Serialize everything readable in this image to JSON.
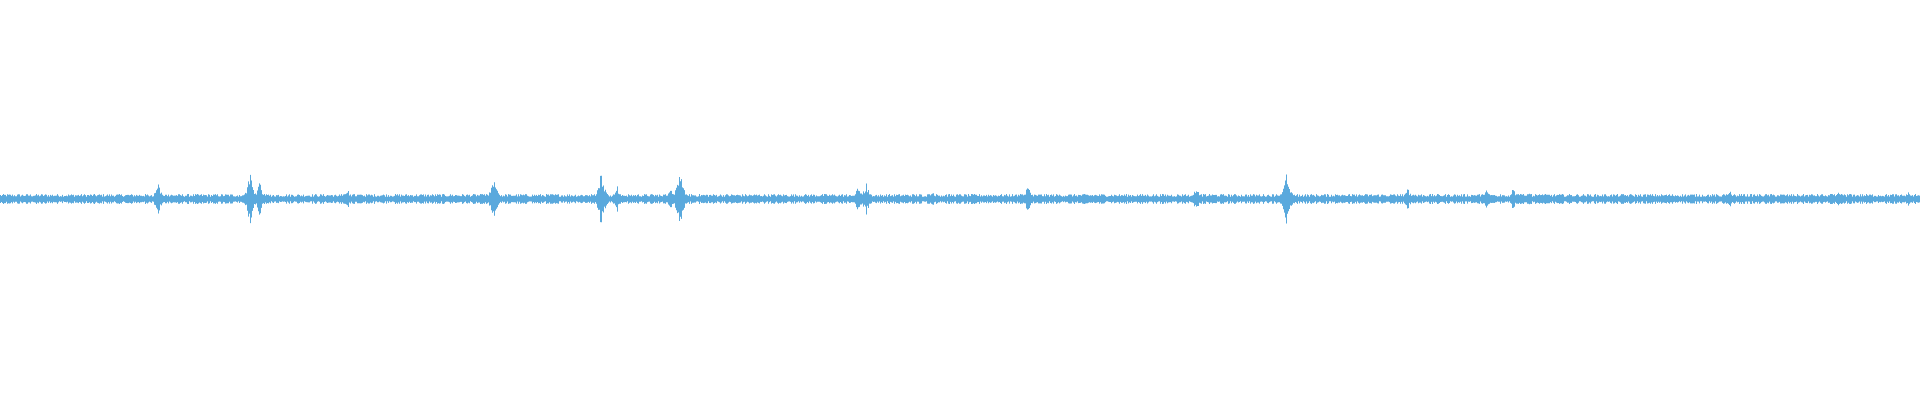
{
  "colors": {
    "background": "#ffffff",
    "waveform": "#5aa9dd"
  },
  "waveform": {
    "description_of_content": "audio-waveform",
    "baseline_amplitude": 0.018,
    "transients": [
      {
        "position": 0.082,
        "amplitude": 0.09
      },
      {
        "position": 0.13,
        "amplitude": 0.14
      },
      {
        "position": 0.135,
        "amplitude": 0.1
      },
      {
        "position": 0.181,
        "amplitude": 0.05
      },
      {
        "position": 0.257,
        "amplitude": 0.12
      },
      {
        "position": 0.313,
        "amplitude": 0.16
      },
      {
        "position": 0.321,
        "amplitude": 0.08
      },
      {
        "position": 0.349,
        "amplitude": 0.07
      },
      {
        "position": 0.354,
        "amplitude": 0.17
      },
      {
        "position": 0.447,
        "amplitude": 0.08
      },
      {
        "position": 0.451,
        "amplitude": 0.09
      },
      {
        "position": 0.485,
        "amplitude": 0.05
      },
      {
        "position": 0.535,
        "amplitude": 0.08
      },
      {
        "position": 0.623,
        "amplitude": 0.07
      },
      {
        "position": 0.67,
        "amplitude": 0.14
      },
      {
        "position": 0.699,
        "amplitude": 0.04
      },
      {
        "position": 0.733,
        "amplitude": 0.06
      },
      {
        "position": 0.774,
        "amplitude": 0.05
      },
      {
        "position": 0.788,
        "amplitude": 0.06
      },
      {
        "position": 0.796,
        "amplitude": 0.05
      },
      {
        "position": 0.901,
        "amplitude": 0.04
      },
      {
        "position": 0.957,
        "amplitude": 0.04
      },
      {
        "position": 0.994,
        "amplitude": 0.04
      }
    ]
  }
}
